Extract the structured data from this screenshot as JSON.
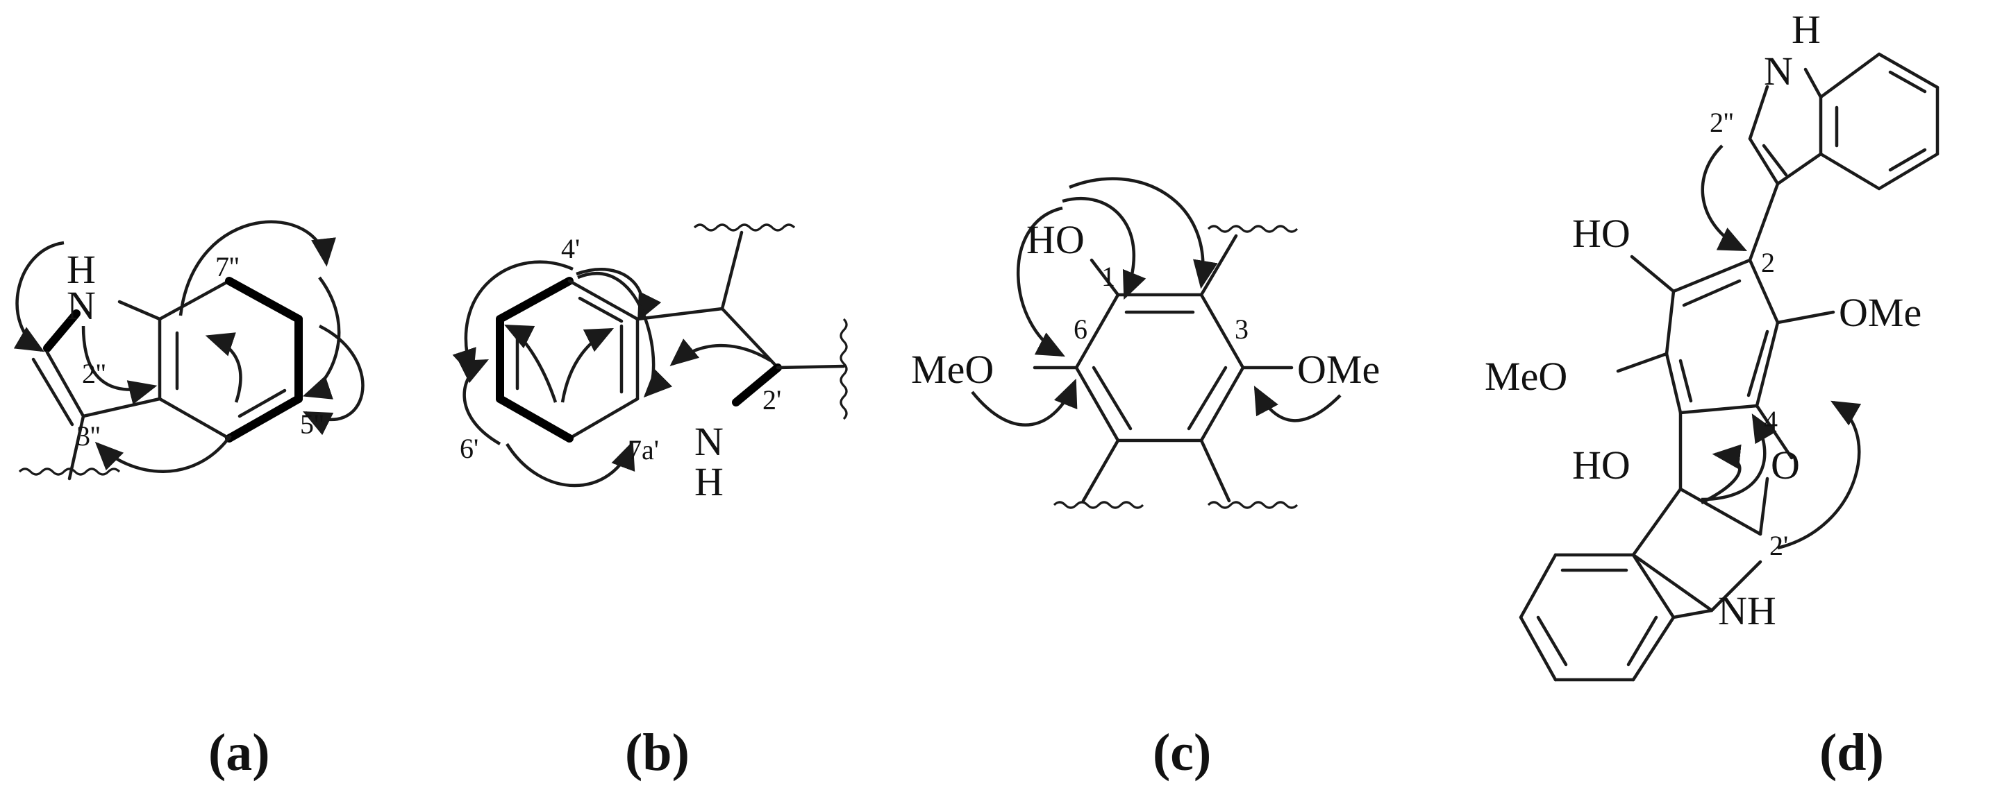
{
  "panels": [
    {
      "id": "a",
      "label": "(a)",
      "atoms": {
        "nh_h": "H",
        "nh_n": "N"
      },
      "numbers": {
        "c2": "2''",
        "c3": "3''",
        "c7": "7''",
        "c5": "5''"
      }
    },
    {
      "id": "b",
      "label": "(b)",
      "atoms": {
        "nh_n": "N",
        "nh_h": "H"
      },
      "numbers": {
        "c4": "4'",
        "c6": "6'",
        "c7a": "7a'",
        "c2": "2'"
      }
    },
    {
      "id": "c",
      "label": "(c)",
      "atoms": {
        "ho": "HO",
        "meo": "MeO",
        "ome": "OMe"
      },
      "numbers": {
        "c1": "1",
        "c6": "6",
        "c3": "3"
      }
    },
    {
      "id": "d",
      "label": "(d)",
      "atoms": {
        "indole_h": "H",
        "indole_n": "N",
        "ho_top": "HO",
        "ome": "OMe",
        "meo": "MeO",
        "ho_mid": "HO",
        "ring_o": "O",
        "nh": "NH"
      },
      "numbers": {
        "c2pp": "2''",
        "c2": "2",
        "c4": "4",
        "c2p": "2'"
      }
    }
  ],
  "colors": {
    "ink": "#1a1a1a",
    "background": "#ffffff"
  }
}
